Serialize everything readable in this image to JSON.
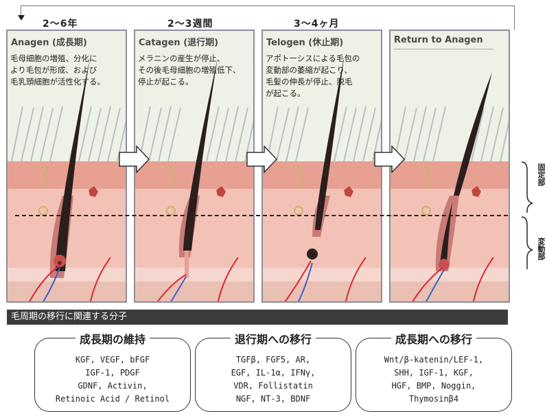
{
  "durations": [
    "2～6年",
    "2～3週間",
    "3～4ヶ月"
  ],
  "panels": [
    {
      "title": "Anagen (成長期)",
      "desc": [
        "毛母細胞の増殖、分化に",
        "より毛包が形成、および",
        "毛乳頭細胞が活性化する。"
      ]
    },
    {
      "title": "Catagen (退行期)",
      "desc": [
        "メラニンの産生が停止、",
        "その後毛母細胞の増殖低下、",
        "停止が起こる。"
      ]
    },
    {
      "title": "Telogen (休止期)",
      "desc": [
        "アポトーシスによる毛包の",
        "変動部の萎縮が起こり、",
        "毛髪の伸長が停止、脱毛",
        "が起こる。"
      ]
    },
    {
      "title": "Return to Anagen",
      "desc": []
    }
  ],
  "side_labels": {
    "fixed": "固定部",
    "variable": "変動部"
  },
  "band_title": "毛周期の移行に関連する分子",
  "boxes": [
    {
      "title": "成長期の維持",
      "lines": [
        "KGF, VEGF, bFGF",
        "IGF-1, PDGF",
        "GDNF, Activin,",
        "Retinoic Acid / Retinol"
      ]
    },
    {
      "title": "退行期への移行",
      "lines": [
        "TGFβ, FGF5, AR,",
        "EGF, IL-1α, IFNγ,",
        "VDR, Follistatin",
        "NGF, NT-3, BDNF"
      ]
    },
    {
      "title": "成長期への移行",
      "lines": [
        "Wnt/β-katenin/LEF-1,",
        "SHH, IGF-1, KGF,",
        "HGF, BMP, Noggin,",
        "Thymosinβ4"
      ]
    }
  ],
  "colors": {
    "skin_top": "#f4b8b0",
    "skin_mid": "#e89a94",
    "hair": "#2a1f1d",
    "vessel_red": "#d9282f",
    "vessel_blue": "#3d5fc4",
    "band": "#3c3c3c"
  }
}
